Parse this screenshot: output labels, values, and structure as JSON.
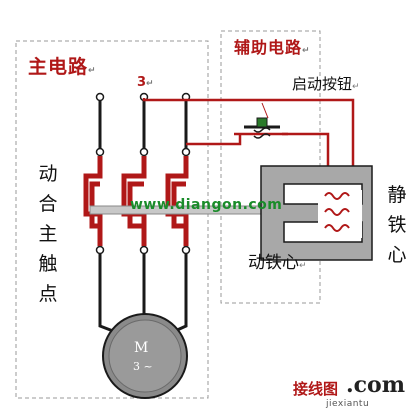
{
  "labels": {
    "main_circuit": "主电路",
    "aux_circuit": "辅助电路",
    "start_button": "启动按钮",
    "phase_count": "3",
    "main_contacts": [
      "动",
      "合",
      "主",
      "触",
      "点"
    ],
    "static_core": [
      "静",
      "铁",
      "心"
    ],
    "moving_core": "动铁心",
    "motor_symbol": "M",
    "motor_phase": "3 ~",
    "paragraph_mark": "↵",
    "watermark": "www.diangon.com",
    "site_cn": "接线图",
    "site_com": ".com",
    "site_en": "jiexiantu"
  },
  "colors": {
    "wire": "#1a1a1a",
    "contact": "#b01818",
    "aux_wire": "#b01818",
    "core_fill": "#a8a8a8",
    "motor_fill": "#8a8a8a",
    "dashed_border": "#999999",
    "rod_fill": "#c8c8c8"
  }
}
